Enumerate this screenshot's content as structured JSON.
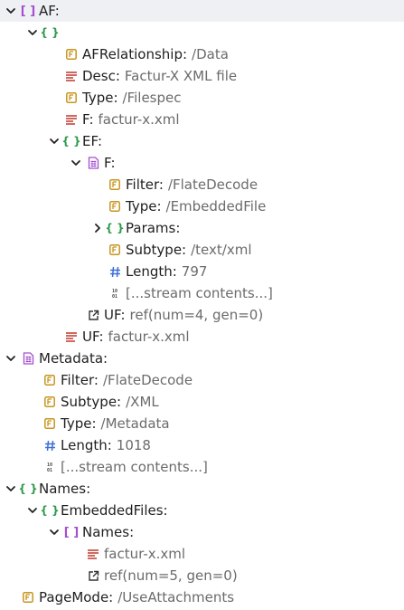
{
  "tree": [
    {
      "id": "af",
      "depth": 0,
      "chev": "down",
      "icon": "array",
      "key": "AF:",
      "val": "",
      "selected": true
    },
    {
      "id": "af-0",
      "depth": 1,
      "chev": "down",
      "icon": "dict",
      "key": "",
      "val": ""
    },
    {
      "id": "afrel",
      "depth": 2,
      "chev": "",
      "icon": "name",
      "key": "AFRelationship:",
      "val": "/Data"
    },
    {
      "id": "desc",
      "depth": 2,
      "chev": "",
      "icon": "string",
      "key": "Desc:",
      "val": "Factur-X XML file"
    },
    {
      "id": "type",
      "depth": 2,
      "chev": "",
      "icon": "name",
      "key": "Type:",
      "val": "/Filespec"
    },
    {
      "id": "f",
      "depth": 2,
      "chev": "",
      "icon": "string",
      "key": "F:",
      "val": "factur-x.xml"
    },
    {
      "id": "ef",
      "depth": 2,
      "chev": "down",
      "icon": "dict",
      "key": "EF:",
      "val": ""
    },
    {
      "id": "ef-f",
      "depth": 3,
      "chev": "down",
      "icon": "stream",
      "key": "F:",
      "val": ""
    },
    {
      "id": "filter",
      "depth": 4,
      "chev": "",
      "icon": "name",
      "key": "Filter:",
      "val": "/FlateDecode"
    },
    {
      "id": "type2",
      "depth": 4,
      "chev": "",
      "icon": "name",
      "key": "Type:",
      "val": "/EmbeddedFile"
    },
    {
      "id": "params",
      "depth": 4,
      "chev": "right",
      "icon": "dict",
      "key": "Params:",
      "val": ""
    },
    {
      "id": "subtype",
      "depth": 4,
      "chev": "",
      "icon": "name",
      "key": "Subtype:",
      "val": "/text/xml"
    },
    {
      "id": "length",
      "depth": 4,
      "chev": "",
      "icon": "number",
      "key": "Length:",
      "val": "797"
    },
    {
      "id": "stream1",
      "depth": 4,
      "chev": "",
      "icon": "bytes",
      "key": "",
      "val": "[...stream contents...]"
    },
    {
      "id": "uf-ref",
      "depth": 3,
      "chev": "",
      "icon": "ref",
      "key": "UF:",
      "val": "ref(num=4, gen=0)"
    },
    {
      "id": "uf",
      "depth": 2,
      "chev": "",
      "icon": "string",
      "key": "UF:",
      "val": "factur-x.xml"
    },
    {
      "id": "metadata",
      "depth": 0,
      "chev": "down",
      "icon": "stream",
      "key": "Metadata:",
      "val": ""
    },
    {
      "id": "m-filter",
      "depth": 1,
      "chev": "",
      "icon": "name",
      "key": "Filter:",
      "val": "/FlateDecode"
    },
    {
      "id": "m-subtype",
      "depth": 1,
      "chev": "",
      "icon": "name",
      "key": "Subtype:",
      "val": "/XML"
    },
    {
      "id": "m-type",
      "depth": 1,
      "chev": "",
      "icon": "name",
      "key": "Type:",
      "val": "/Metadata"
    },
    {
      "id": "m-length",
      "depth": 1,
      "chev": "",
      "icon": "number",
      "key": "Length:",
      "val": "1018"
    },
    {
      "id": "m-stream",
      "depth": 1,
      "chev": "",
      "icon": "bytes",
      "key": "",
      "val": "[...stream contents...]"
    },
    {
      "id": "names",
      "depth": 0,
      "chev": "down",
      "icon": "dict",
      "key": "Names:",
      "val": ""
    },
    {
      "id": "embfiles",
      "depth": 1,
      "chev": "down",
      "icon": "dict",
      "key": "EmbeddedFiles:",
      "val": ""
    },
    {
      "id": "names2",
      "depth": 2,
      "chev": "down",
      "icon": "array",
      "key": "Names:",
      "val": ""
    },
    {
      "id": "n-str",
      "depth": 3,
      "chev": "",
      "icon": "string",
      "key": "",
      "val": "factur-x.xml"
    },
    {
      "id": "n-ref",
      "depth": 3,
      "chev": "",
      "icon": "ref",
      "key": "",
      "val": "ref(num=5, gen=0)"
    },
    {
      "id": "pagemode",
      "depth": 0,
      "chev": "",
      "icon": "name",
      "key": "PageMode:",
      "val": "/UseAttachments"
    }
  ],
  "icons": {
    "array": "array-icon",
    "dict": "dictionary-icon",
    "name": "name-icon",
    "string": "string-icon",
    "number": "number-icon",
    "stream": "stream-icon",
    "bytes": "bytes-icon",
    "ref": "reference-icon"
  },
  "colors": {
    "array": "#a34fd1",
    "dict": "#2e9a4b",
    "name": "#c8951e",
    "string": "#c0392b",
    "number": "#3d6fd6",
    "stream": "#a34fd1",
    "ref": "#333333",
    "value": "#6b6b6b",
    "selected_bg": "#eef0f3"
  }
}
